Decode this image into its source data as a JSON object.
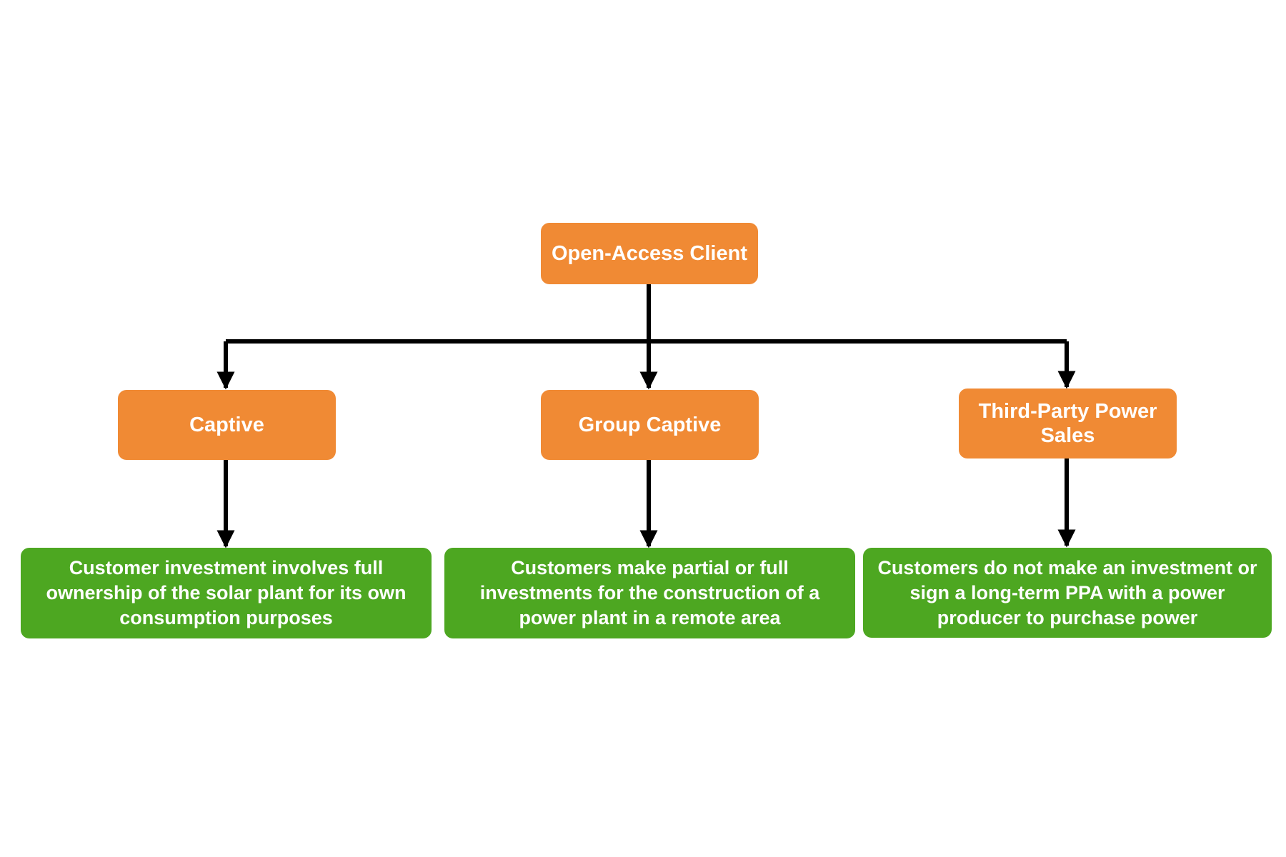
{
  "colors": {
    "category_box": "#F08A34",
    "description_box": "#4DA721",
    "box_text": "#FFFFFF",
    "connector": "#000000"
  },
  "diagram": {
    "root": {
      "label": "Open-Access Client"
    },
    "categories": [
      {
        "label": "Captive"
      },
      {
        "label": "Group Captive"
      },
      {
        "label": "Third-Party Power Sales"
      }
    ],
    "descriptions": [
      {
        "text": "Customer investment involves full ownership of the solar plant for its own consumption purposes"
      },
      {
        "text": "Customers make partial or full investments for the construction of a power plant in a remote area"
      },
      {
        "text": "Customers do not make an investment or sign a long-term PPA with a power producer to purchase power"
      }
    ]
  }
}
